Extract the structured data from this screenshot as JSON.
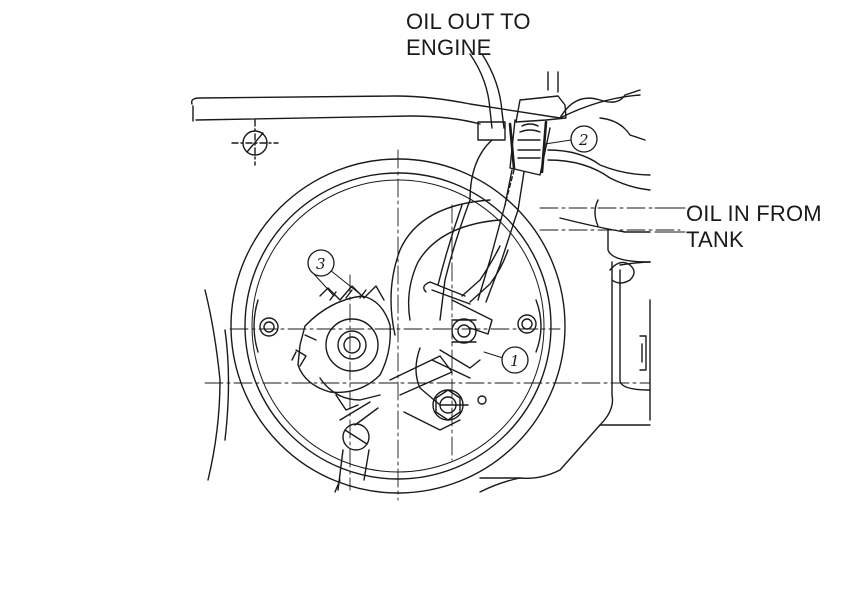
{
  "labels": {
    "oil_out": "OIL OUT TO\nENGINE",
    "oil_in": "OIL IN FROM\nTANK"
  },
  "callouts": [
    {
      "number": "1"
    },
    {
      "number": "2"
    },
    {
      "number": "3"
    }
  ],
  "colors": {
    "ink": "#1a1a1a",
    "background": "#ffffff"
  }
}
